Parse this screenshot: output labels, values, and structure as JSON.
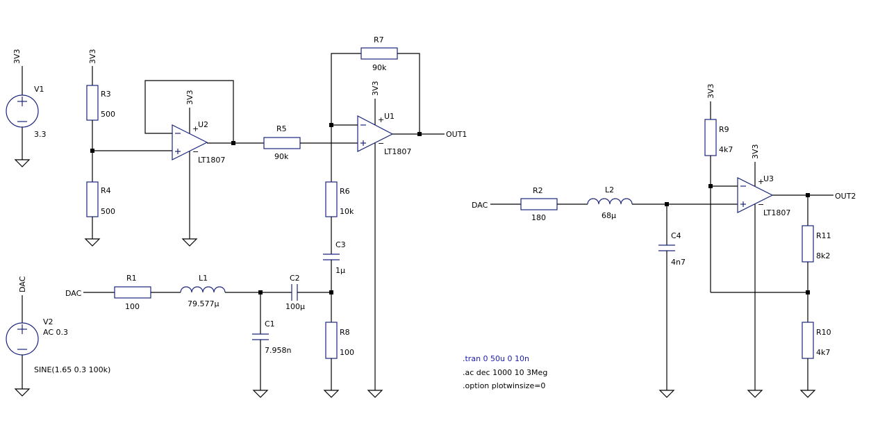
{
  "colors": {
    "wire": "#000000",
    "component": "#1a237e",
    "spice_directive": "#1a1aaa",
    "background": "#ffffff"
  },
  "sources": {
    "v1": {
      "net": "3V3",
      "name": "V1",
      "value": "3.3"
    },
    "v2": {
      "net": "DAC",
      "name": "V2",
      "type": "AC 0.3",
      "function": "SINE(1.65 0.3 100k)"
    }
  },
  "net_labels": {
    "supply": "3V3",
    "dac": "DAC",
    "out1": "OUT1",
    "out2": "OUT2"
  },
  "resistors": {
    "r1": {
      "name": "R1",
      "value": "100"
    },
    "r2": {
      "name": "R2",
      "value": "180"
    },
    "r3": {
      "name": "R3",
      "value": "500"
    },
    "r4": {
      "name": "R4",
      "value": "500"
    },
    "r5": {
      "name": "R5",
      "value": "90k"
    },
    "r6": {
      "name": "R6",
      "value": "10k"
    },
    "r7": {
      "name": "R7",
      "value": "90k"
    },
    "r8": {
      "name": "R8",
      "value": "100"
    },
    "r9": {
      "name": "R9",
      "value": "4k7"
    },
    "r10": {
      "name": "R10",
      "value": "4k7"
    },
    "r11": {
      "name": "R11",
      "value": "8k2"
    }
  },
  "capacitors": {
    "c1": {
      "name": "C1",
      "value": "7.958n"
    },
    "c2": {
      "name": "C2",
      "value": "100µ"
    },
    "c3": {
      "name": "C3",
      "value": "1µ"
    },
    "c4": {
      "name": "C4",
      "value": "4n7"
    }
  },
  "inductors": {
    "l1": {
      "name": "L1",
      "value": "79.577µ"
    },
    "l2": {
      "name": "L2",
      "value": "68µ"
    }
  },
  "opamps": {
    "u1": {
      "name": "U1",
      "model": "LT1807"
    },
    "u2": {
      "name": "U2",
      "model": "LT1807"
    },
    "u3": {
      "name": "U3",
      "model": "LT1807"
    }
  },
  "pin_marks": {
    "plus": "+",
    "minus": "−"
  },
  "directives": {
    "tran": ".tran 0 50u 0 10n",
    "ac": ".ac dec 1000 10 3Meg",
    "option": ".option plotwinsize=0"
  }
}
